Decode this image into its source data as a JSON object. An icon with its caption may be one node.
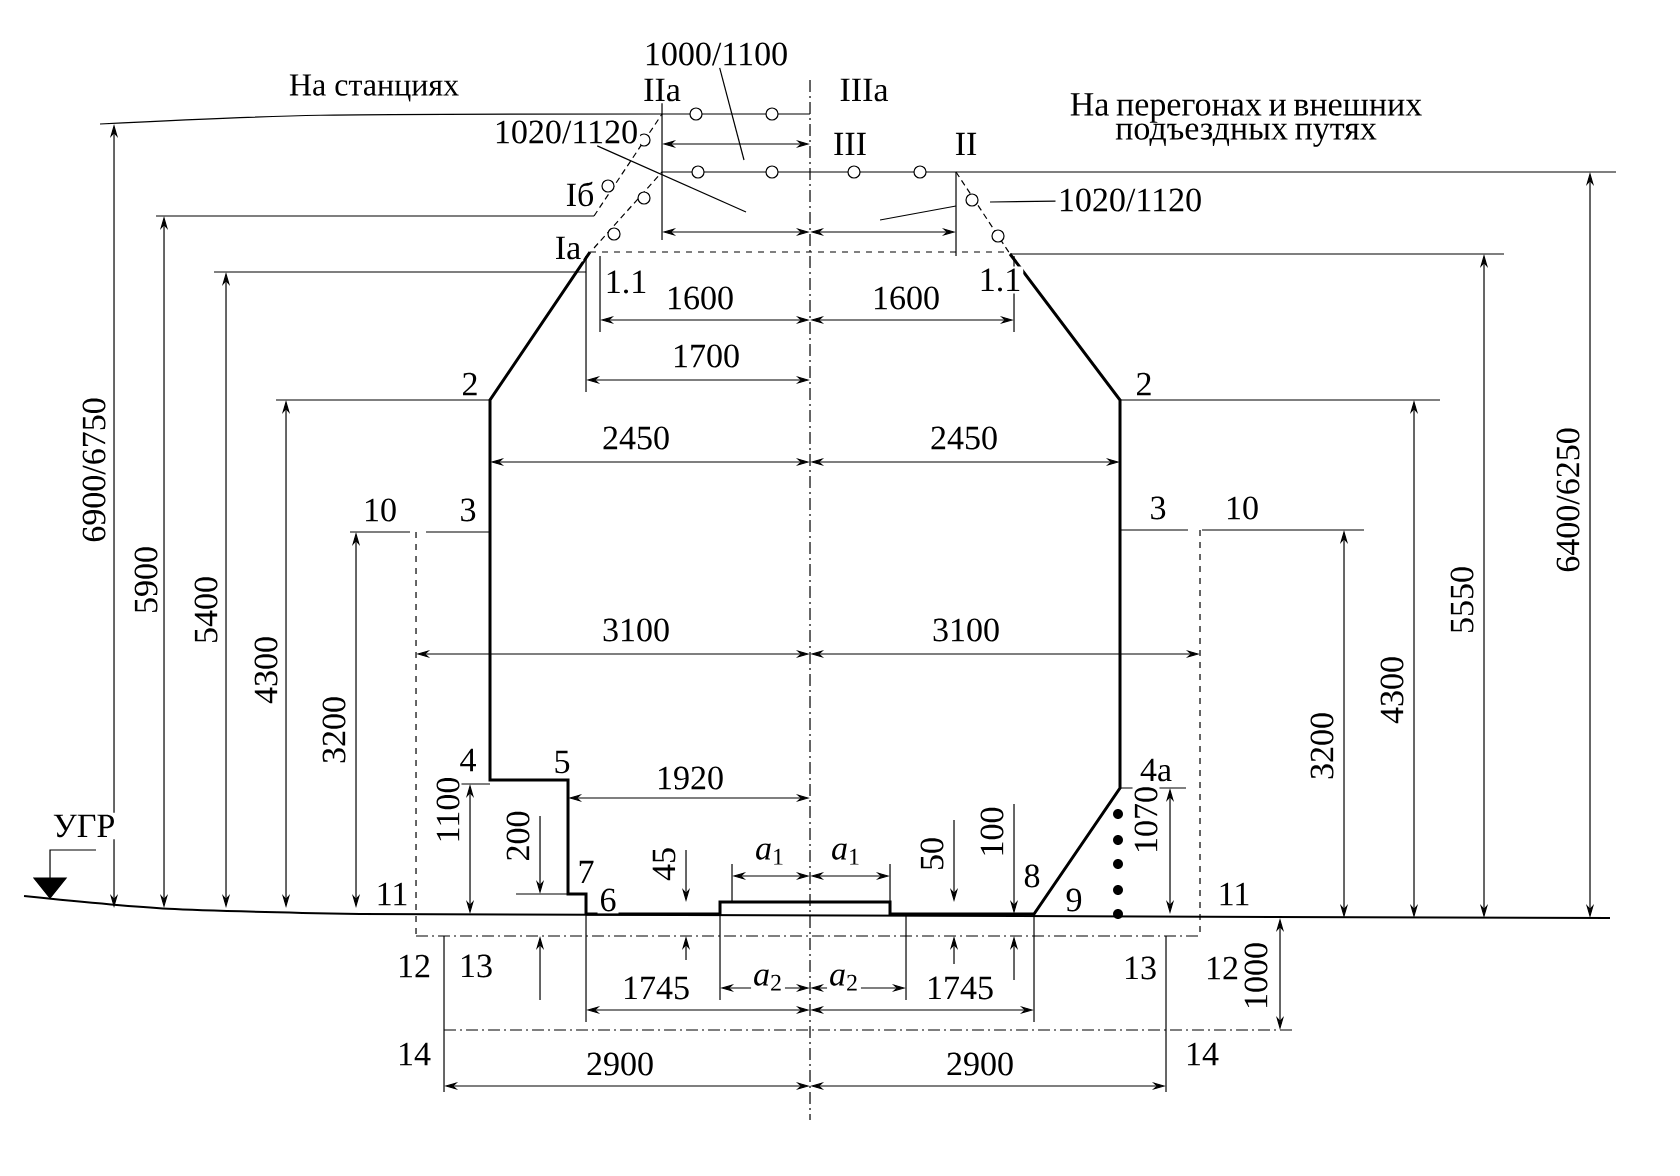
{
  "diagram": {
    "nodes": [
      {
        "text": [
          "1000/1100"
        ]
      },
      {
        "text": [
          "1020/1120"
        ]
      },
      {
        "text": [
          "1020/1120"
        ]
      }
    ],
    "edges": [
      {
        "from": 0,
        "to": null,
        "arrow": "none"
      },
      {
        "from": 1,
        "to": null,
        "arrow": "none"
      },
      {
        "from": 2,
        "to": null,
        "arrow": "none"
      }
    ],
    "labels": [
      "На станциях",
      "IIа",
      "IIIа",
      "На перегонах и внешних подъездных путях",
      "III",
      "II",
      "Iб",
      "Iа",
      "1.1",
      "1.1",
      "1600",
      "1600",
      "1700",
      "2",
      "2",
      "2450",
      "2450",
      "10",
      "3",
      "3",
      "10",
      "6900/6750",
      "5900",
      "5400",
      "4300",
      "3200",
      "6400/6250",
      "5550",
      "4300",
      "3200",
      "3100",
      "3100",
      "4",
      "5",
      "1920",
      "4а",
      "УГР",
      "1100",
      "200",
      "7",
      "45",
      "*a*$_{1}$",
      "*a*$_{1}$",
      "50",
      "100",
      "8",
      "9",
      "1070",
      "11",
      "6",
      "11",
      "12",
      "13",
      "13",
      "12",
      "1000",
      "1745",
      "*a*$_{2}$",
      "*a*$_{2}$",
      "1745",
      "14",
      "14",
      "2900",
      "2900"
    ]
  }
}
